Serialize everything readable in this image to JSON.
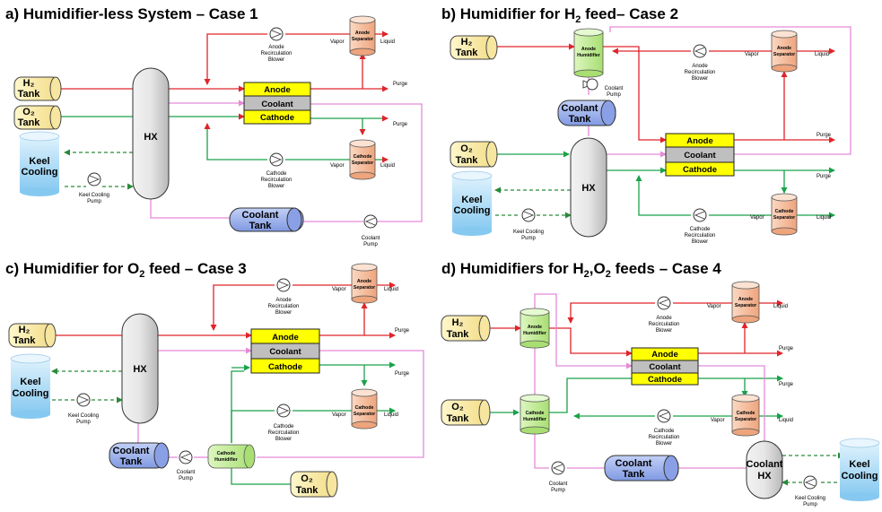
{
  "panels": {
    "a": {
      "title": "a) Humidifier-less System – Case 1"
    },
    "b": {
      "title_pre": "b) Humidifier for H",
      "title_sub": "2",
      "title_post": " feed– Case 2"
    },
    "c": {
      "title_pre": "c) Humidifier for O",
      "title_sub": "2",
      "title_post": " feed – Case 3"
    },
    "d": {
      "title_pre": "d) Humidifiers for H",
      "title_sub1": "2",
      "title_mid": ",O",
      "title_sub2": "2",
      "title_post": " feeds – Case 4"
    }
  },
  "labels": {
    "h2_line1": "H₂",
    "o2_line1": "O₂",
    "tank": "Tank",
    "keel_1": "Keel",
    "keel_2": "Cooling",
    "hx": "HX",
    "coolant_hx_1": "Coolant",
    "coolant_hx_2": "HX",
    "anode": "Anode",
    "coolant": "Coolant",
    "cathode": "Cathode",
    "coolant_tank_1": "Coolant",
    "coolant_tank_2": "Tank",
    "purge": "Purge",
    "vapor": "Vapor",
    "liquid": "Liquid",
    "anode_sep_1": "Anode",
    "anode_sep_2": "Separator",
    "cathode_sep_1": "Cathode",
    "cathode_sep_2": "Separator",
    "anode_hum_1": "Anode",
    "anode_hum_2": "Humidifier",
    "cathode_hum_1": "Cathode",
    "cathode_hum_2": "Humidifier",
    "anode_blower_1": "Anode",
    "anode_blower_2": "Recirculation",
    "anode_blower_3": "Blower",
    "cathode_blower_1": "Cathode",
    "cathode_blower_2": "Recirculation",
    "cathode_blower_3": "Blower",
    "keel_pump_1": "Keel Cooling",
    "keel_pump_2": "Pump",
    "coolant_pump_1": "Coolant",
    "coolant_pump_2": "Pump"
  },
  "colors": {
    "hydrogen_line": "#e0242a",
    "oxygen_line": "#1aa24a",
    "coolant_line": "#e58ad8",
    "keel_dashed_line": "#2a8a3a",
    "tank_fill": "#fdf0b0",
    "stack_yellow": "#ffff00",
    "stack_gray": "#bfbfbf",
    "separator_fill": "#f6c2a2",
    "humidifier_fill": "#c6ef9c",
    "coolant_tank_fill": "#9fb4ec",
    "keel_fill": "#a9dcf7",
    "hx_fill": "#d9d9d9"
  }
}
